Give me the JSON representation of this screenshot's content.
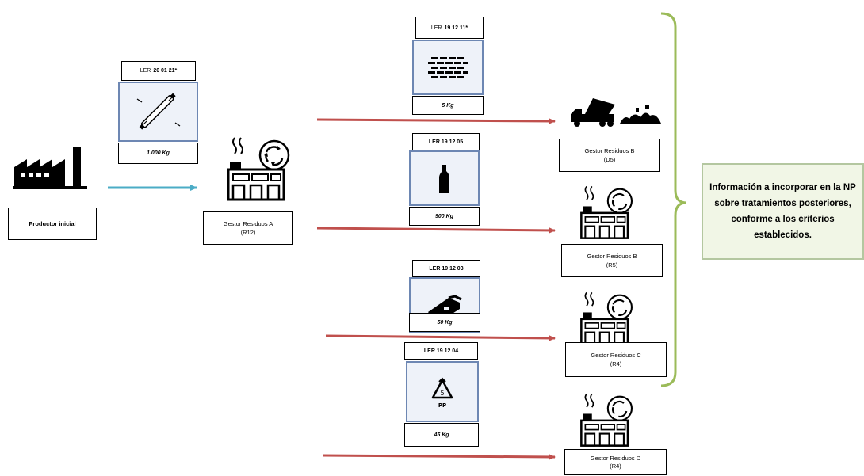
{
  "producer": {
    "label": "Productor inicial"
  },
  "manager_a": {
    "name": "Gestor Residuos A",
    "code": "(R12)",
    "ler_prefix": "LER",
    "ler_code": "20 01 21*",
    "weight": "1.000 Kg"
  },
  "flows": [
    {
      "ler_prefix": "LER",
      "ler_code": "19 12 11*",
      "weight": "5 Kg",
      "icon": "crushed-glass-icon",
      "dest_name": "Gestor Residuos B",
      "dest_code": "(D5)",
      "dest_icon": "landfill-truck-icon"
    },
    {
      "ler_prefix": "",
      "ler_code": "LER 19 12 05",
      "weight": "900 Kg",
      "icon": "glass-bottle-icon",
      "dest_name": "Gestor Residuos B",
      "dest_code": "(R5)",
      "dest_icon": "recycling-plant-icon"
    },
    {
      "ler_prefix": "",
      "ler_code": "LER 19 12 03",
      "weight": "50 Kg",
      "icon": "metal-scrap-icon",
      "dest_name": "Gestor Residuos C",
      "dest_code": "(R4)",
      "dest_icon": "recycling-plant-icon"
    },
    {
      "ler_prefix": "",
      "ler_code": "LER 19 12 04",
      "weight": "45 Kg",
      "icon": "pp-recycling-symbol-icon",
      "symbol_number": "5",
      "symbol_text": "PP",
      "dest_name": "Gestor Residuos D",
      "dest_code": "(R4)",
      "dest_icon": "recycling-plant-icon"
    }
  ],
  "info_box": {
    "text": "Información a incorporar en la NP sobre tratamientos posteriores, conforme a los criterios establecidos."
  },
  "colors": {
    "arrow_red": "#c0504d",
    "arrow_blue": "#4bacc6",
    "brace_green": "#9bbb59",
    "image_border": "#6d87b3",
    "info_fill": "#f1f6e6"
  }
}
